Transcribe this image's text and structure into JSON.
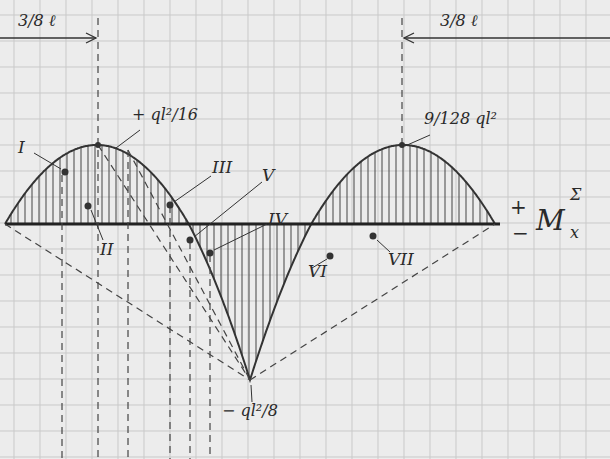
{
  "diagram": {
    "labels": [
      "3/8 ℓ",
      "3/8 ℓ",
      "+ ql²/16",
      "9/128 ql²",
      "I",
      "II",
      "III",
      "V",
      "IV",
      "VI",
      "VII",
      "+",
      "−",
      "M",
      "x",
      "Σ",
      "− ql²/8"
    ]
  }
}
